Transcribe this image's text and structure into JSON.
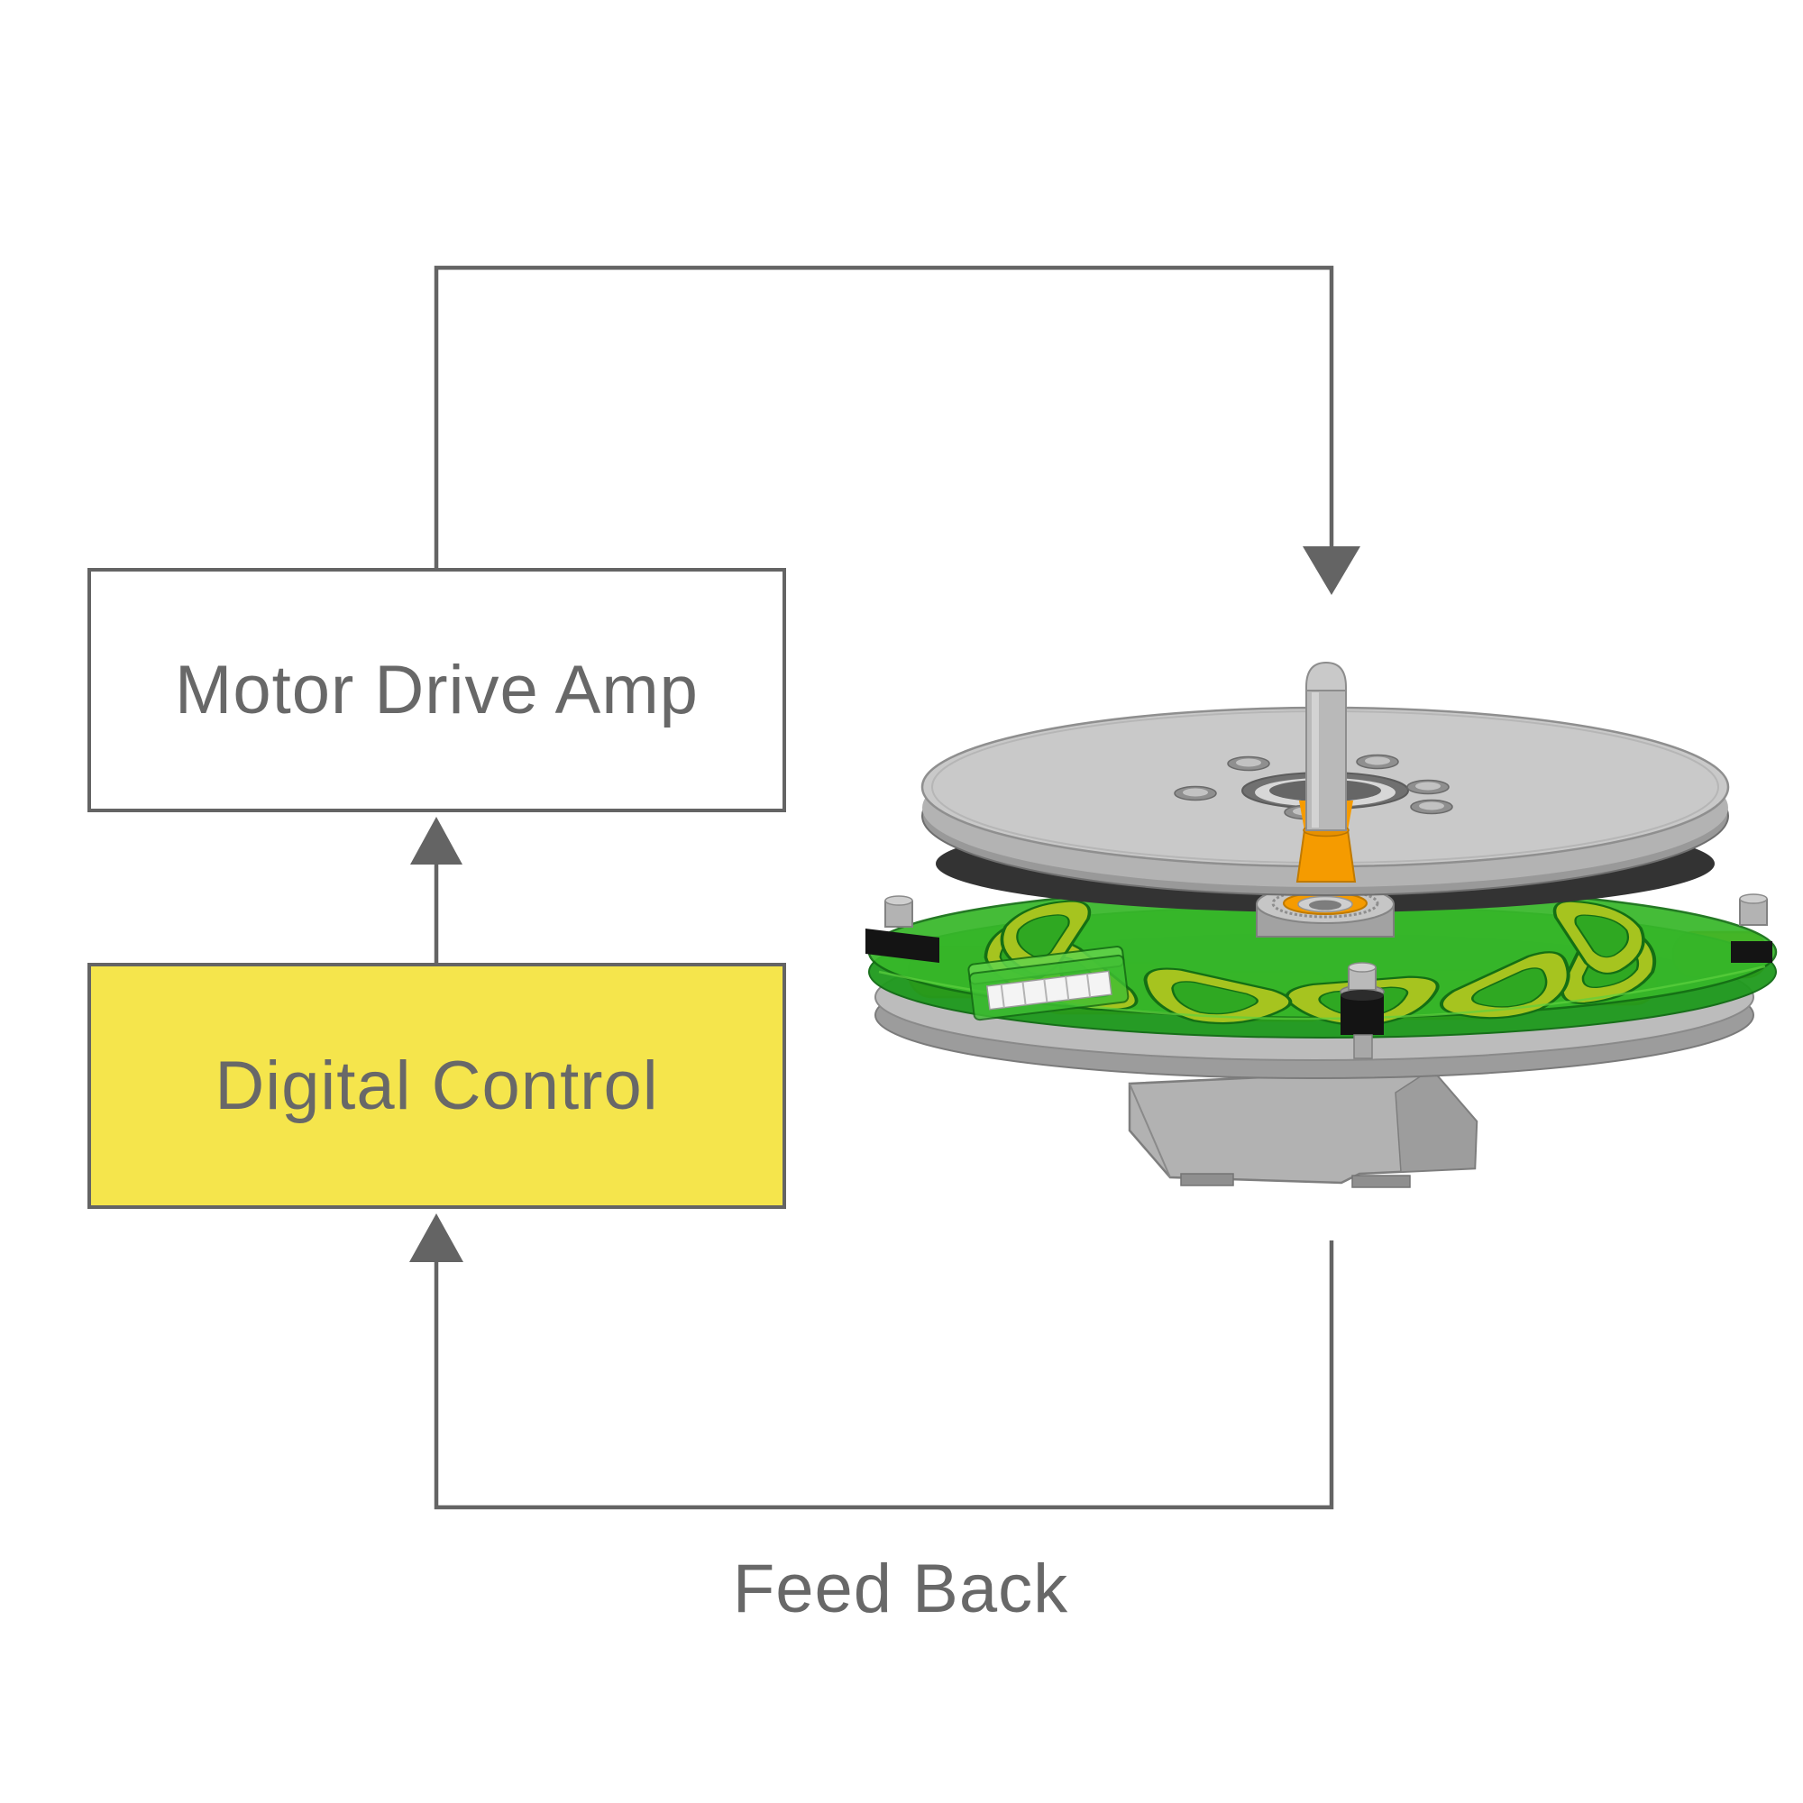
{
  "diagram": {
    "nodes": [
      {
        "id": "motor-drive-amp",
        "label": "Motor Drive Amp",
        "fill": "#ffffff"
      },
      {
        "id": "digital-control",
        "label": "Digital Control",
        "fill": "#f5e54c"
      }
    ],
    "feedback_label": "Feed Back",
    "colors": {
      "line": "#646464",
      "text": "#686868",
      "node_border": "#646464",
      "highlight_fill": "#f5e54c"
    }
  },
  "illustration": {
    "name": "direct-drive-motor-3d-render",
    "colors": {
      "green_top": "#37b82a",
      "green_side": "#1f9a1d",
      "green_dark": "#146f14",
      "olive": "#a6c41f",
      "pocket_floor": "#2fa822",
      "orange": "#f59b00",
      "orange_dark": "#c07a00",
      "disc_top": "#c9c9c9",
      "disc_side": "#999999",
      "shadow_dark": "#333333",
      "metal_gray": "#b9b9b9",
      "base_top": "#bcbcbc",
      "base_side": "#9c9c9c",
      "pedestal_gray": "#b2b2b2",
      "black_part": "#141414"
    }
  }
}
